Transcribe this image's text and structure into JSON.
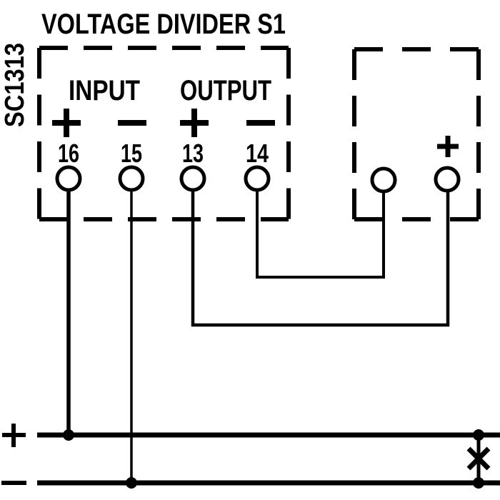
{
  "title": "VOLTAGE DIVIDER S1",
  "side_label": "SC1313",
  "divider_box": {
    "input": {
      "label": "INPUT",
      "plus_sign": "+",
      "minus_sign": "−",
      "plus_terminal": "16",
      "minus_terminal": "15"
    },
    "output": {
      "label": "OUTPUT",
      "plus_sign": "+",
      "minus_sign": "−",
      "plus_terminal": "13",
      "minus_terminal": "14"
    }
  },
  "meter_box": {
    "plus_sign": "+"
  },
  "bus": {
    "plus_label": "+",
    "minus_label": "−"
  },
  "connections": [
    {
      "from": "terminal 16 INPUT +",
      "to": "plus bus"
    },
    {
      "from": "terminal 15 INPUT −",
      "to": "minus bus"
    },
    {
      "from": "terminal 13 OUTPUT +",
      "to": "meter box + terminal"
    },
    {
      "from": "terminal 14 OUTPUT −",
      "to": "meter box left terminal"
    },
    {
      "from": "plus bus",
      "to": "minus bus",
      "via": "shorting link marked with X"
    }
  ],
  "colors": {
    "line": "#000000",
    "background": "#ffffff"
  }
}
